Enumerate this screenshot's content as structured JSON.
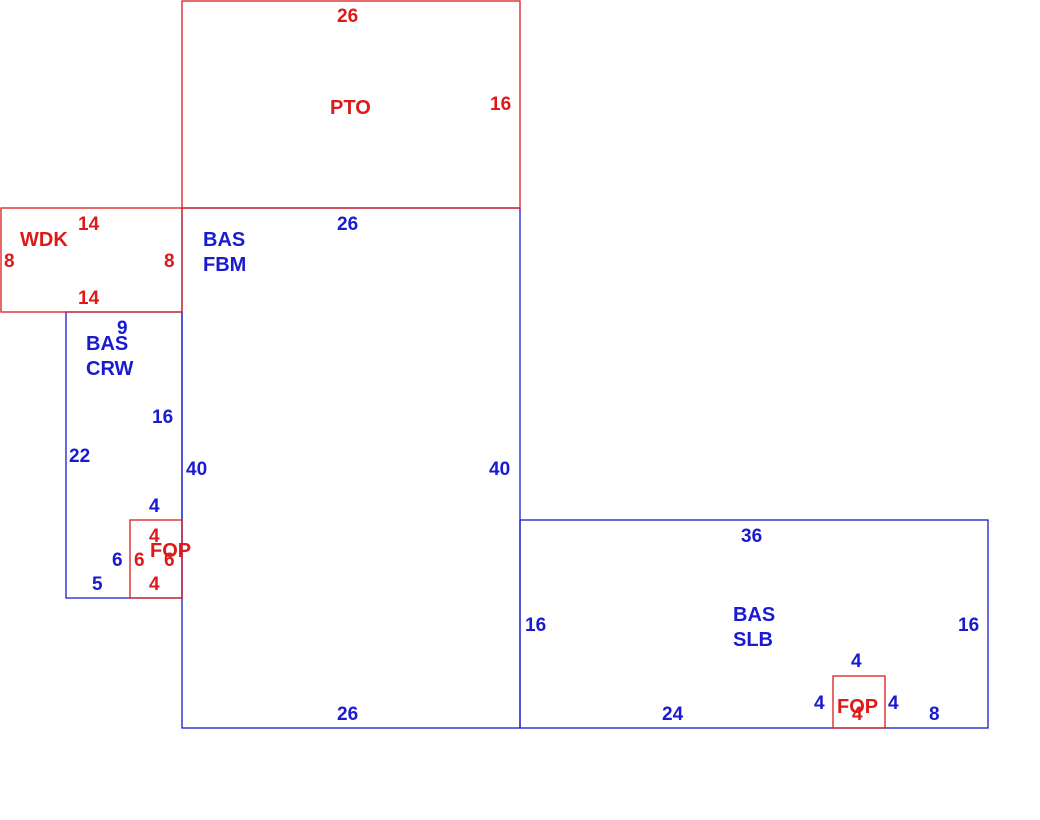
{
  "colors": {
    "blue": "#1a1ad0",
    "red": "#dd1a1a"
  },
  "areas": [
    {
      "key": "pto",
      "color": "red",
      "labels": [
        "PTO"
      ],
      "dims": [
        "26",
        "16"
      ]
    },
    {
      "key": "wdk",
      "color": "red",
      "labels": [
        "WDK"
      ],
      "dims": [
        "14",
        "8",
        "8",
        "14"
      ]
    },
    {
      "key": "fbm",
      "color": "blue",
      "labels": [
        "BAS",
        "FBM"
      ],
      "dims": [
        "26",
        "40",
        "40",
        "26"
      ]
    },
    {
      "key": "crw",
      "color": "blue",
      "labels": [
        "BAS",
        "CRW"
      ],
      "dims": [
        "9",
        "16",
        "22",
        "4",
        "6",
        "5"
      ]
    },
    {
      "key": "fop-left",
      "color": "red",
      "labels": [
        "FOP"
      ],
      "dims": [
        "4",
        "6",
        "6",
        "4"
      ]
    },
    {
      "key": "slb",
      "color": "blue",
      "labels": [
        "BAS",
        "SLB"
      ],
      "dims": [
        "36",
        "16",
        "16",
        "4",
        "24",
        "4",
        "4",
        "8"
      ]
    },
    {
      "key": "fop-right",
      "color": "red",
      "labels": [
        "FOP"
      ],
      "dims": [
        "4"
      ]
    }
  ]
}
